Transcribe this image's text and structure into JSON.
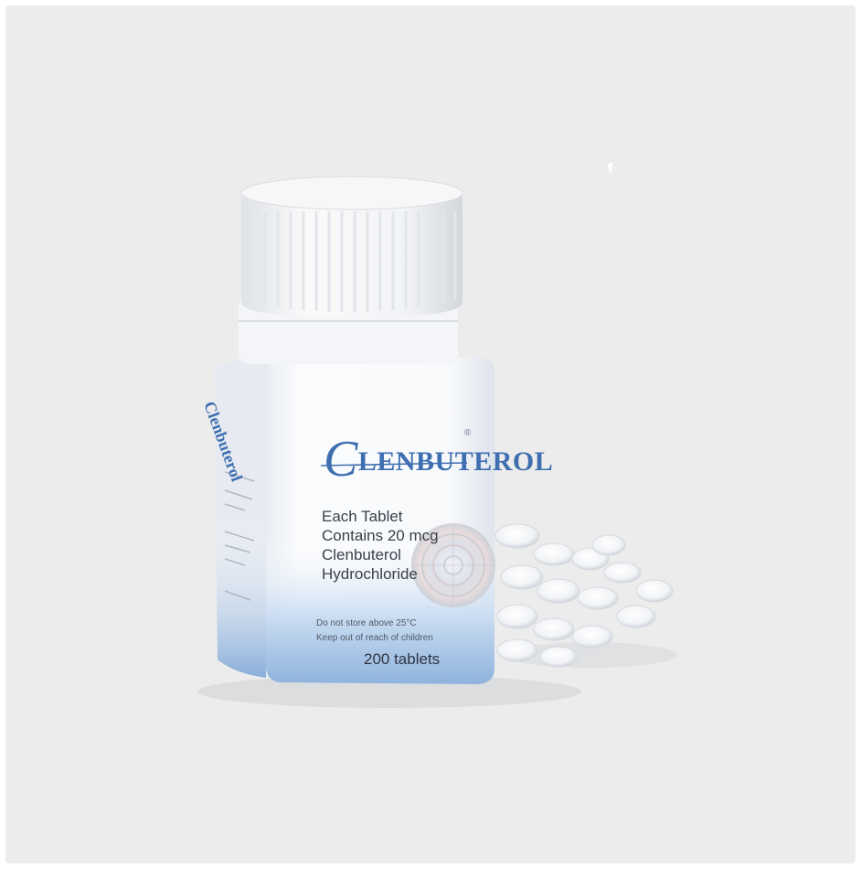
{
  "product": {
    "brand": "Clenbuterol",
    "brand_initial": "C",
    "brand_rest": "LENBUTEROL",
    "registered_mark": "®",
    "description_lines": [
      "Each Tablet",
      "Contains 20 mcg",
      "Clenbuterol",
      "Hydrochloride"
    ],
    "storage_lines": [
      "Do not store above 25°C",
      "Keep out of reach of children"
    ],
    "tablet_count": "200 tablets"
  },
  "colors": {
    "background": "#ececec",
    "bottle": "#f8f9fb",
    "label_accent": "#3f6fb0",
    "label_gradient": "#a9c6e8"
  }
}
